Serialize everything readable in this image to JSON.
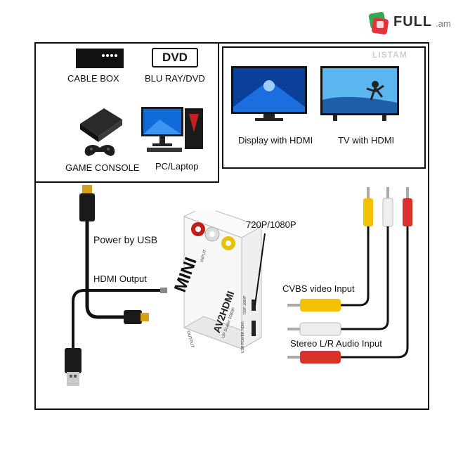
{
  "logo": {
    "brand": "FULL",
    "suffix": ".am",
    "watermark": "LISTAM"
  },
  "sources": {
    "cable_box": "CABLE BOX",
    "dvd_badge": "DVD",
    "blu_ray": "BLU RAY/DVD",
    "game_console": "GAME CONSOLE",
    "pc": "PC/Laptop"
  },
  "displays": {
    "display_hdmi": "Display with HDMI",
    "tv_hdmi": "TV with HDMI"
  },
  "labels": {
    "power_usb": "Power by USB",
    "hdmi_output": "HDMI Output",
    "resolution": "720P/1080P",
    "cvbs": "CVBS video Input",
    "stereo": "Stereo L/R Audio Input"
  },
  "device": {
    "brand": "MINI",
    "model": "AV2HDMI",
    "subtitle": "UP Scaler 1080P",
    "input_text": "INPUT",
    "output_text": "OUTPUT",
    "switch_text": "720P 1080P",
    "usb_text": "USB POWER HDMI"
  },
  "colors": {
    "yellow": "#f2c200",
    "white_plug": "#eeeeee",
    "red": "#d9312b",
    "frame": "#111111",
    "logo_green": "#35a853",
    "logo_red": "#e2333a"
  }
}
